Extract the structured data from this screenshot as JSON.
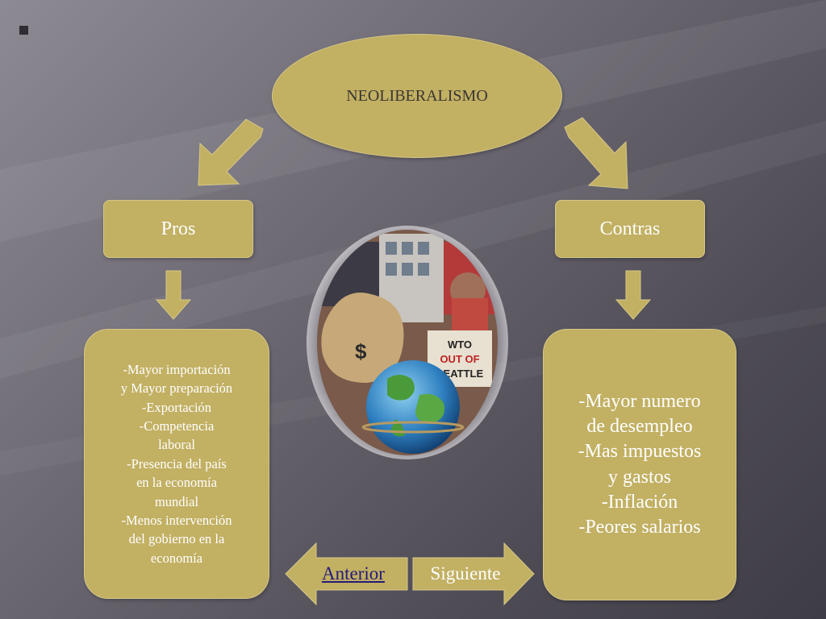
{
  "diagram": {
    "root": "NEOLIBERALISMO",
    "pros": {
      "label": "Pros",
      "items": [
        "-Mayor importación",
        "y Mayor preparación",
        "-Exportación",
        "-Competencia",
        "laboral",
        "-Presencia del país",
        "en la economía",
        "mundial",
        "-Menos intervención",
        "del gobierno en la",
        "economía"
      ]
    },
    "contras": {
      "label": "Contras",
      "items": [
        "-Mayor numero",
        "de desempleo",
        "-Mas impuestos",
        "y gastos",
        "-Inflación",
        "-Peores salarios"
      ]
    }
  },
  "navigation": {
    "previous_label": "Anterior",
    "next_label": "Siguiente"
  },
  "collage_text": {
    "sign": "WTO OUT OF SEATTLE"
  },
  "colors": {
    "node_fill": "#c2b063",
    "node_text": "#ffffff",
    "link_color": "#241a7a"
  }
}
